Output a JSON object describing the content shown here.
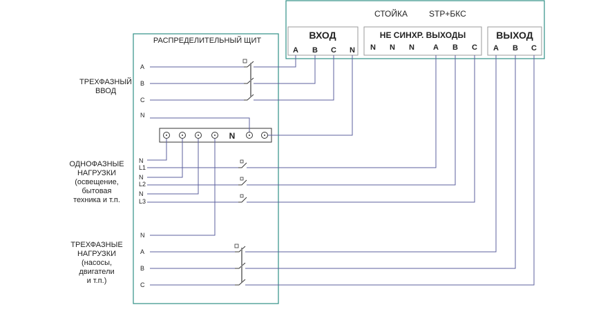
{
  "rack": {
    "title": "СТОЙКА",
    "model": "STP+БКС",
    "input_group": {
      "label": "ВХОД",
      "terminals": [
        "A",
        "B",
        "C",
        "N"
      ]
    },
    "nonsync_group": {
      "label": "НЕ СИНХР. ВЫХОДЫ",
      "terminals": [
        "N",
        "N",
        "N",
        "A",
        "B",
        "C"
      ]
    },
    "output_group": {
      "label": "ВЫХОД",
      "terminals": [
        "A",
        "B",
        "C"
      ]
    }
  },
  "panel": {
    "title": "РАСПРЕДЕЛИТЕЛЬНЫЙ ЩИТ",
    "neutral_bus_label": "N"
  },
  "sections": {
    "three_phase_input": {
      "title": [
        "ТРЕХФАЗНЫЙ",
        "ВВОД"
      ],
      "lines": [
        "A",
        "B",
        "C"
      ],
      "neutral": "N"
    },
    "single_phase_loads": {
      "title": [
        "ОДНОФАЗНЫЕ",
        "НАГРУЗКИ",
        "(освещение,",
        "бытовая",
        "техника и т.п."
      ],
      "lines": [
        "N",
        "L1",
        "N",
        "L2",
        "N",
        "L3"
      ]
    },
    "three_phase_loads": {
      "title": [
        "ТРЕХФАЗНЫЕ",
        "НАГРУЗКИ",
        "(насосы,",
        "двигатели",
        "и т.п.)"
      ],
      "neutral": "N",
      "lines": [
        "A",
        "B",
        "C"
      ]
    }
  },
  "colors": {
    "frame": "#2f8f86",
    "wire": "#5b5f9e",
    "group_border": "#9a9a9a"
  }
}
